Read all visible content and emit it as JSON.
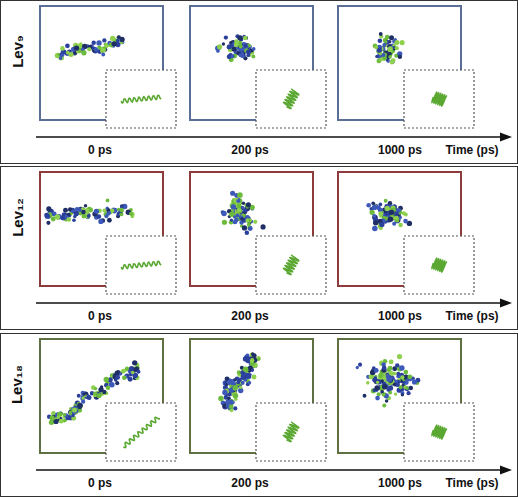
{
  "diagram": {
    "nodes": [
      {
        "text": [
          "Lev₉"
        ]
      },
      {
        "text": [
          "Lev₁₂"
        ]
      },
      {
        "text": [
          "Lev₁₈"
        ]
      }
    ],
    "labels": [
      "0 ps",
      "200 ps",
      "1000 ps",
      "Time (ps)",
      "0 ps",
      "200 ps",
      "1000 ps",
      "Time (ps)",
      "0 ps",
      "200 ps",
      "1000 ps",
      "Time (ps)"
    ]
  }
}
